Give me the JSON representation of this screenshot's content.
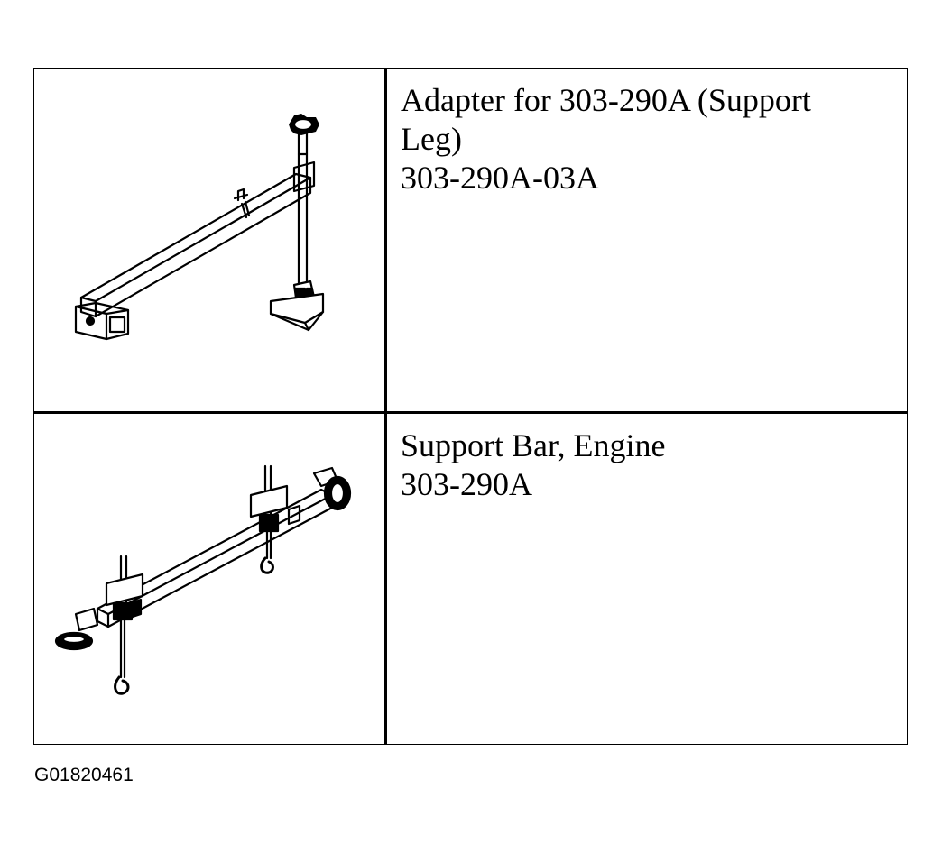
{
  "tools": [
    {
      "illustration": "support-leg-adapter-illustration",
      "description": "Adapter for 303-290A (Support",
      "description_cont": "Leg)",
      "part_number": "303-290A-03A"
    },
    {
      "illustration": "engine-support-bar-illustration",
      "description": "Support Bar, Engine",
      "part_number": "303-290A"
    }
  ],
  "figure_id": "G01820461"
}
